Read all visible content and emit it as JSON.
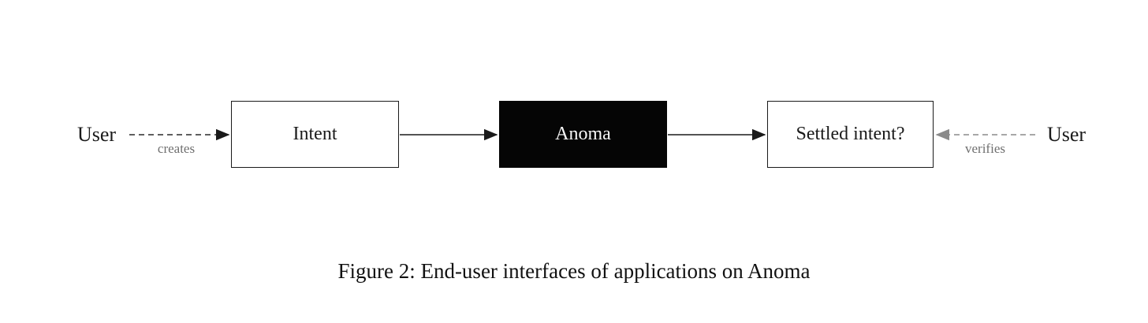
{
  "diagram": {
    "actors": {
      "user_left": "User",
      "user_right": "User"
    },
    "nodes": [
      {
        "id": "intent",
        "label": "Intent",
        "variant": "light"
      },
      {
        "id": "anoma",
        "label": "Anoma",
        "variant": "dark"
      },
      {
        "id": "settled-intent",
        "label": "Settled intent?",
        "variant": "light"
      }
    ],
    "edges": [
      {
        "from": "user-left",
        "to": "intent",
        "label": "creates",
        "style": "dashed",
        "color": "#2a2a2a"
      },
      {
        "from": "intent",
        "to": "anoma",
        "label": "",
        "style": "solid",
        "color": "#1a1a1a"
      },
      {
        "from": "anoma",
        "to": "settled-intent",
        "label": "",
        "style": "solid",
        "color": "#1a1a1a"
      },
      {
        "from": "user-right",
        "to": "settled-intent",
        "label": "verifies",
        "style": "dashed",
        "color": "#8a8a8a"
      }
    ],
    "colors": {
      "background": "#ffffff",
      "node_border": "#1a1a1a",
      "dark_node_fill": "#050505",
      "dark_node_text": "#f7f7f7",
      "edge_label_text": "#6f6f6f",
      "dashed_left_arrow": "#2a2a2a",
      "dashed_right_arrow": "#8a8a8a",
      "solid_arrow": "#1a1a1a",
      "text": "#1a1a1a"
    }
  },
  "caption": "Figure 2: End-user interfaces of applications on Anoma"
}
